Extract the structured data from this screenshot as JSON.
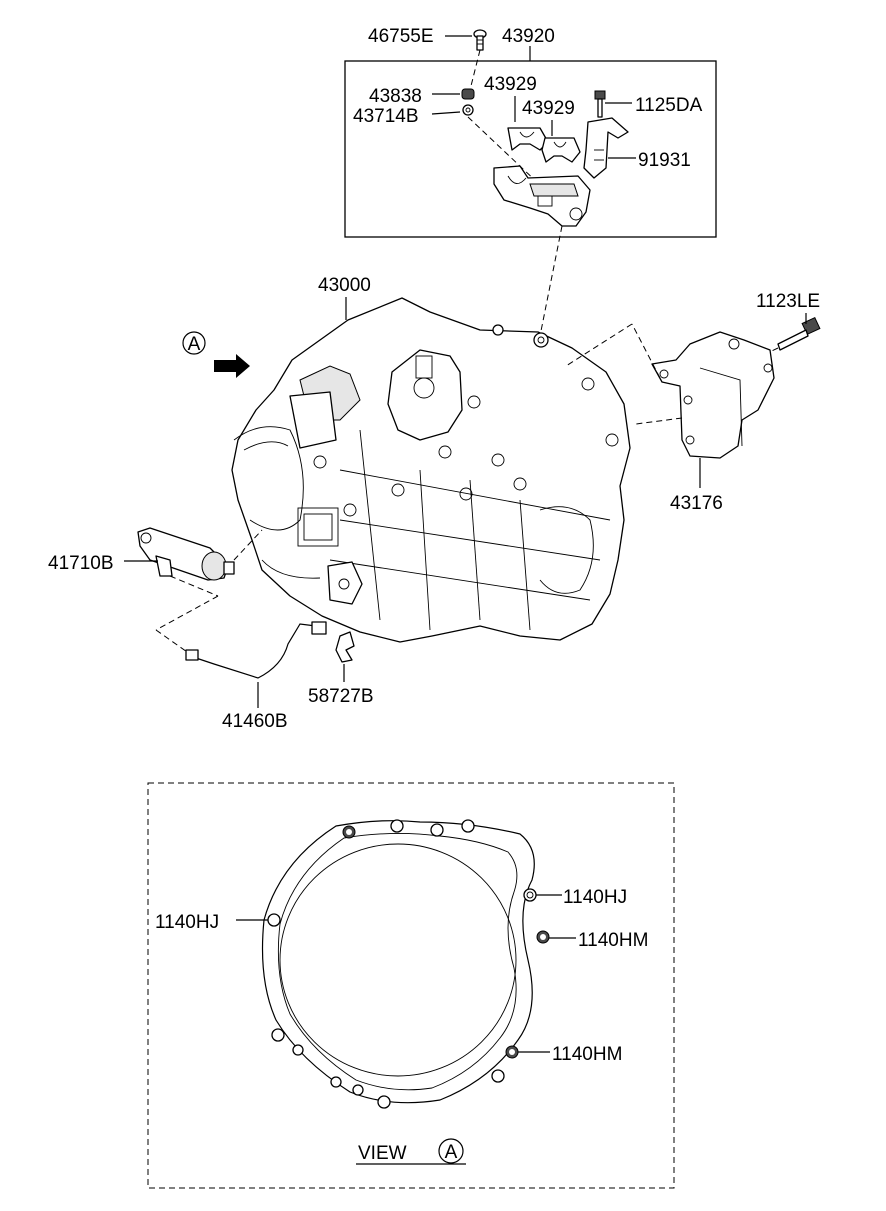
{
  "callouts": {
    "c46755E": "46755E",
    "c43920": "43920",
    "c43838": "43838",
    "c43714B": "43714B",
    "c43929a": "43929",
    "c43929b": "43929",
    "c1125DA": "1125DA",
    "c91931": "91931",
    "c43000": "43000",
    "c1123LE": "1123LE",
    "c43176": "43176",
    "c41710B": "41710B",
    "c58727B": "58727B",
    "c41460B": "41460B",
    "c1140HJ_right": "1140HJ",
    "c1140HJ_left": "1140HJ",
    "c1140HM_upper": "1140HM",
    "c1140HM_lower": "1140HM"
  },
  "view": {
    "word": "VIEW",
    "letter": "A"
  },
  "direction_marker": {
    "letter": "A"
  }
}
